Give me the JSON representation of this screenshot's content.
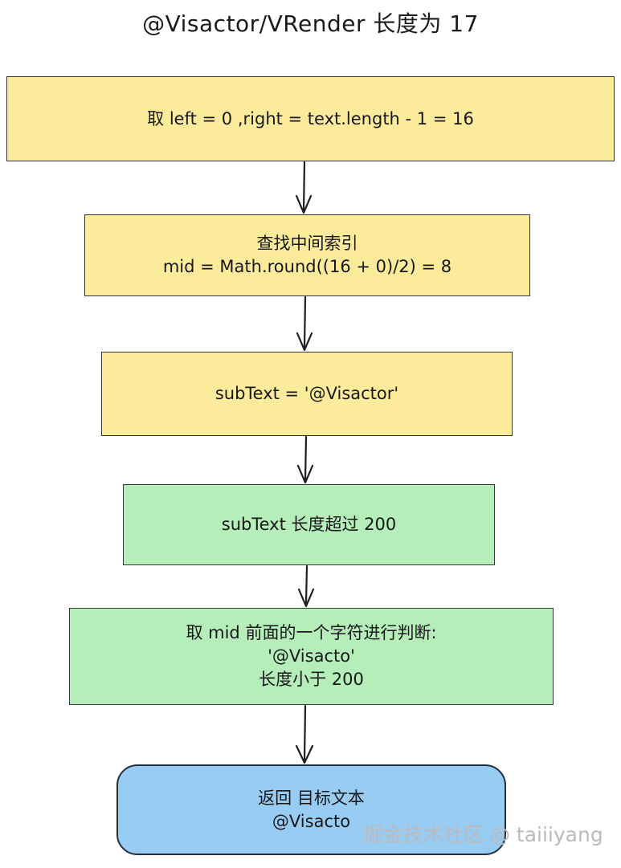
{
  "diagram": {
    "title": "@Visactor/VRender 长度为 17",
    "type": "flowchart",
    "orientation": "top-to-bottom",
    "colors": {
      "yellow_fill": "#fceb9a",
      "green_fill": "#b5eeb9",
      "blue_fill": "#99ccf3",
      "stroke": "#2f3330",
      "text": "#16181a",
      "watermark": "#b9bbbd"
    },
    "nodes": [
      {
        "id": "init",
        "shape": "rectangle",
        "color": "yellow",
        "lines": [
          "取 left = 0 ,right = text.length - 1 = 16"
        ]
      },
      {
        "id": "mid",
        "shape": "rectangle",
        "color": "yellow",
        "lines": [
          "查找中间索引",
          "mid  = Math.round((16 + 0)/2) = 8"
        ]
      },
      {
        "id": "subtext",
        "shape": "rectangle",
        "color": "yellow",
        "lines": [
          "subText = '@Visactor'"
        ]
      },
      {
        "id": "over200",
        "shape": "rectangle",
        "color": "green",
        "lines": [
          "subText 长度超过 200"
        ]
      },
      {
        "id": "judge",
        "shape": "rectangle",
        "color": "green",
        "lines": [
          "取 mid 前面的一个字符进行判断:",
          "'@Visacto'",
          "长度小于 200"
        ]
      },
      {
        "id": "return",
        "shape": "rounded-rectangle",
        "color": "blue",
        "lines": [
          "返回 目标文本",
          "@Visacto"
        ]
      }
    ],
    "edges": [
      {
        "from": "init",
        "to": "mid",
        "style": "arrow-down"
      },
      {
        "from": "mid",
        "to": "subtext",
        "style": "arrow-down"
      },
      {
        "from": "subtext",
        "to": "over200",
        "style": "arrow-down"
      },
      {
        "from": "over200",
        "to": "judge",
        "style": "arrow-down"
      },
      {
        "from": "judge",
        "to": "return",
        "style": "arrow-down"
      }
    ]
  },
  "watermark": {
    "text": "掘金技术社区 @ taiiiyang"
  }
}
